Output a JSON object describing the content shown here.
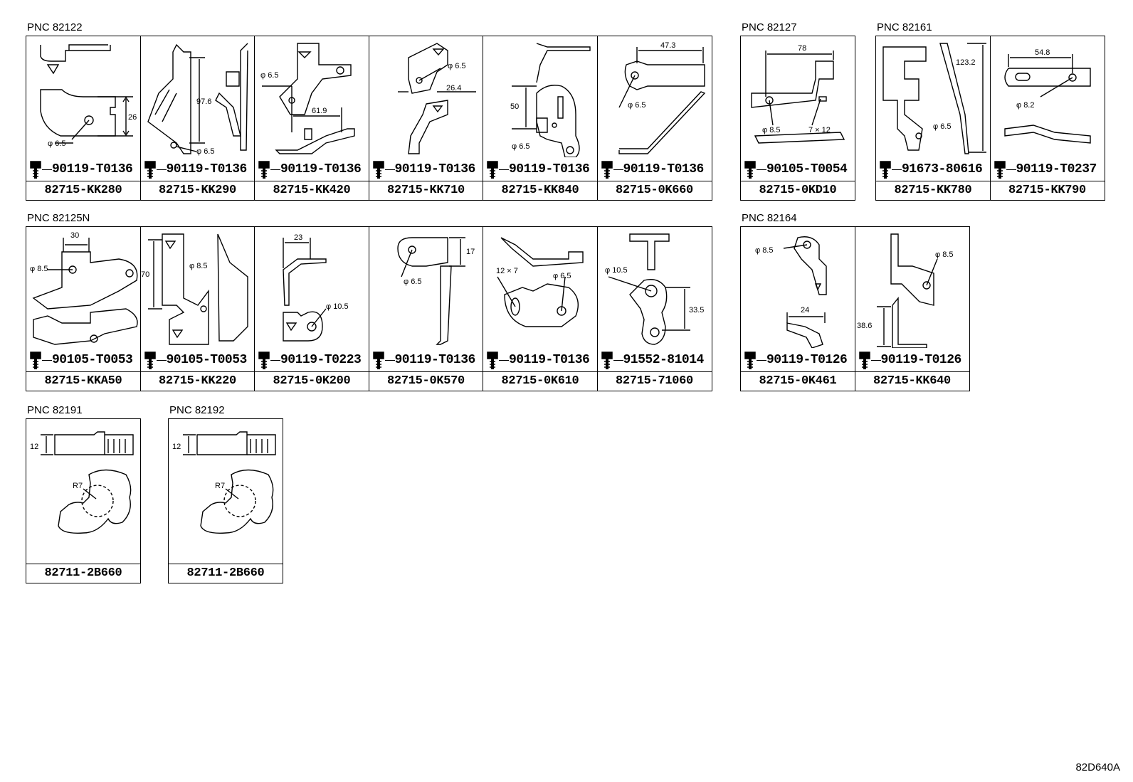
{
  "groups": [
    {
      "label": "PNC 82122",
      "cells": [
        {
          "bolt": "90119-T0136",
          "part": "82715-KK280",
          "dims": [
            "26",
            "φ 6.5"
          ]
        },
        {
          "bolt": "90119-T0136",
          "part": "82715-KK290",
          "dims": [
            "97.6",
            "φ 6.5"
          ]
        },
        {
          "bolt": "90119-T0136",
          "part": "82715-KK420",
          "dims": [
            "φ 6.5",
            "61.9"
          ]
        },
        {
          "bolt": "90119-T0136",
          "part": "82715-KK710",
          "dims": [
            "φ 6.5",
            "26.4"
          ]
        },
        {
          "bolt": "90119-T0136",
          "part": "82715-KK840",
          "dims": [
            "50",
            "φ 6.5"
          ]
        },
        {
          "bolt": "90119-T0136",
          "part": "82715-0K660",
          "dims": [
            "47.3",
            "φ 6.5"
          ]
        }
      ]
    },
    {
      "label": "PNC 82127",
      "cells": [
        {
          "bolt": "90105-T0054",
          "part": "82715-0KD10",
          "dims": [
            "78",
            "φ 8.5",
            "7 × 12"
          ]
        }
      ]
    },
    {
      "label": "PNC 82161",
      "cells": [
        {
          "bolt": "91673-80616",
          "part": "82715-KK780",
          "dims": [
            "123.2",
            "φ 6.5"
          ]
        },
        {
          "bolt": "90119-T0237",
          "part": "82715-KK790",
          "dims": [
            "54.8",
            "φ 8.2"
          ]
        }
      ]
    },
    {
      "label": "PNC 82125N",
      "cells": [
        {
          "bolt": "90105-T0053",
          "part": "82715-KKA50",
          "dims": [
            "30",
            "φ 8.5"
          ]
        },
        {
          "bolt": "90105-T0053",
          "part": "82715-KK220",
          "dims": [
            "70",
            "φ 8.5"
          ]
        },
        {
          "bolt": "90119-T0223",
          "part": "82715-0K200",
          "dims": [
            "23",
            "φ 10.5"
          ]
        },
        {
          "bolt": "90119-T0136",
          "part": "82715-0K570",
          "dims": [
            "17",
            "φ 6.5"
          ]
        },
        {
          "bolt": "90119-T0136",
          "part": "82715-0K610",
          "dims": [
            "12 × 7",
            "φ 6.5"
          ]
        },
        {
          "bolt": "91552-81014",
          "part": "82715-71060",
          "dims": [
            "φ 10.5",
            "33.5"
          ]
        }
      ]
    },
    {
      "label": "PNC 82164",
      "cells": [
        {
          "bolt": "90119-T0126",
          "part": "82715-0K461",
          "dims": [
            "φ 8.5",
            "24"
          ]
        },
        {
          "bolt": "90119-T0126",
          "part": "82715-KK640",
          "dims": [
            "φ 8.5",
            "38.6"
          ]
        }
      ]
    },
    {
      "label": "PNC 82191",
      "cells": [
        {
          "bolt": "",
          "part": "82711-2B660",
          "dims": [
            "12",
            "R7"
          ]
        }
      ]
    },
    {
      "label": "PNC 82192",
      "cells": [
        {
          "bolt": "",
          "part": "82711-2B660",
          "dims": [
            "12",
            "R7"
          ]
        }
      ]
    }
  ],
  "figure_ref": "82D640A"
}
